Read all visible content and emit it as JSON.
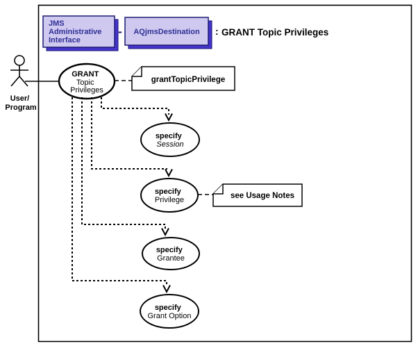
{
  "colors": {
    "module_fill": "#cfc9f0",
    "module_shadow": "#4633cc",
    "module_border": "#1a1a70",
    "module_text": "#2f2f94",
    "diagram_line": "#000000"
  },
  "header": {
    "module1_line1": "JMS",
    "module1_line2": "Administrative",
    "module1_line3": "Interface",
    "separator": "-",
    "module2_label": "AQjmsDestination",
    "colon": ":",
    "title": "GRANT Topic Privileges"
  },
  "actor": {
    "label_line1": "User/",
    "label_line2": "Program"
  },
  "use_cases": {
    "main": {
      "line1": "GRANT",
      "line2": "Topic",
      "line3": "Privileges"
    },
    "session": {
      "line1": "specify",
      "line2": "Session"
    },
    "privilege": {
      "line1": "specify",
      "line2": "Privilege"
    },
    "grantee": {
      "line1": "specify",
      "line2": "Grantee"
    },
    "grant_option": {
      "line1": "specify",
      "line2": "Grant Option"
    }
  },
  "notes": {
    "main_note": "grantTopicPrivilege",
    "privilege_note": "see Usage Notes"
  }
}
